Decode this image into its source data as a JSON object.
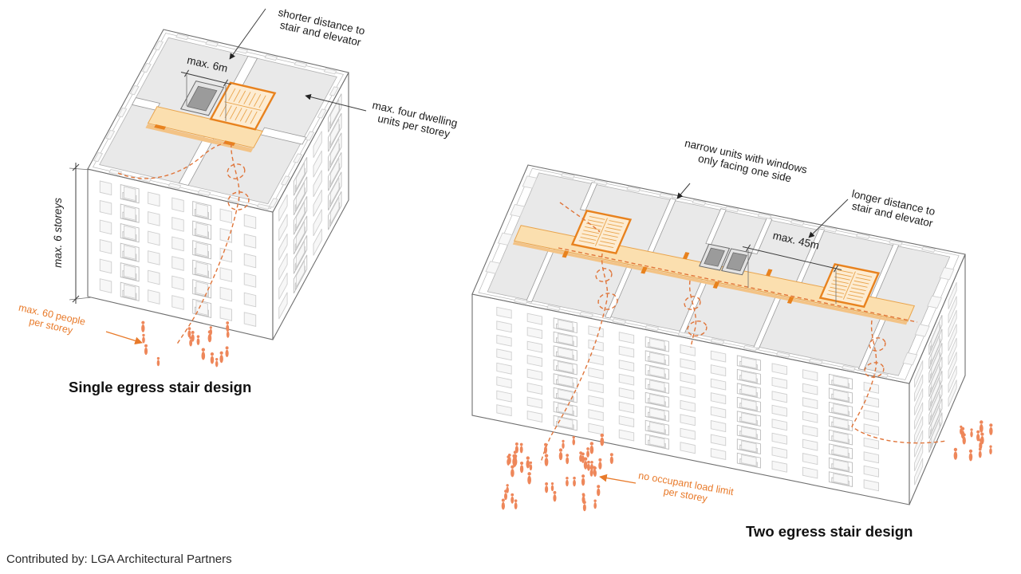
{
  "credit": "Contributed by: LGA Architectural Partners",
  "colors": {
    "accent_orange": "#e8821e",
    "corridor_fill": "#fbdfaf",
    "egress_path_orange": "#e0753a",
    "people_orange": "#ee875a",
    "label_orange": "#e87a2a",
    "ink": "#1b1b1b",
    "floor_gray": "#e9e9e9"
  },
  "left": {
    "title": "Single egress stair design",
    "ann": {
      "shorter": {
        "l1": "shorter distance to",
        "l2": "stair and elevator"
      },
      "six_m": "max. 6m",
      "dwelling": {
        "l1": "max. four dwelling",
        "l2": "units per storey"
      },
      "storeys": "max. 6 storeys",
      "people": {
        "l1": "max. 60 people",
        "l2": "per storey"
      }
    }
  },
  "right": {
    "title": "Two egress stair design",
    "ann": {
      "narrow": {
        "l1": "narrow units with windows",
        "l2": "only facing one side"
      },
      "longer": {
        "l1": "longer distance to",
        "l2": "stair and elevator"
      },
      "forty5": "max. 45m",
      "noload": {
        "l1": "no occupant load limit",
        "l2": "per storey"
      }
    }
  }
}
